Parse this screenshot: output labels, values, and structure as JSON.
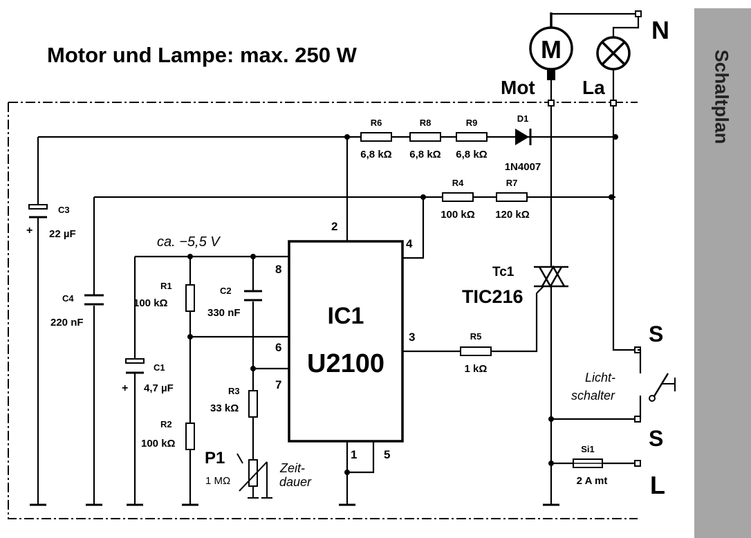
{
  "title": "Motor und Lampe:  max.  250 W",
  "side_tab": {
    "label": "Schaltplan",
    "color": "#a6a6a6"
  },
  "terminals": {
    "neutral": "N",
    "switch_top": "S",
    "switch_bottom": "S",
    "line": "L"
  },
  "loads": {
    "motor_symbol": "M",
    "motor_label": "Mot",
    "lamp_label": "La"
  },
  "supply_note": "ca.  −5,5 V",
  "ic": {
    "name": "IC1",
    "part": "U2100",
    "pins": {
      "p1": "1",
      "p2": "2",
      "p3": "3",
      "p4": "4",
      "p5": "5",
      "p6": "6",
      "p7": "7",
      "p8": "8"
    }
  },
  "components": {
    "r6": {
      "name": "R6",
      "value": "6,8 kΩ"
    },
    "r8": {
      "name": "R8",
      "value": "6,8 kΩ"
    },
    "r9": {
      "name": "R9",
      "value": "6,8 kΩ"
    },
    "d1": {
      "name": "D1",
      "value": "1N4007"
    },
    "r4": {
      "name": "R4",
      "value": "100 kΩ"
    },
    "r7": {
      "name": "R7",
      "value": "120 kΩ"
    },
    "c3": {
      "name": "C3",
      "value": "22 µF",
      "polarity": "+"
    },
    "c4": {
      "name": "C4",
      "value": "220 nF"
    },
    "c1": {
      "name": "C1",
      "value": "4,7 µF",
      "polarity": "+"
    },
    "r1": {
      "name": "R1",
      "value": "100 kΩ"
    },
    "r2": {
      "name": "R2",
      "value": "100 kΩ"
    },
    "c2": {
      "name": "C2",
      "value": "330 nF"
    },
    "r3": {
      "name": "R3",
      "value": "33 kΩ"
    },
    "p1": {
      "name": "P1",
      "value": "1 MΩ",
      "note_line1": "Zeit-",
      "note_line2": "dauer"
    },
    "r5": {
      "name": "R5",
      "value": "1 kΩ"
    },
    "tc1": {
      "name": "Tc1",
      "value": "TIC216"
    },
    "si1": {
      "name": "Si1",
      "value": "2 A  mt"
    },
    "switch": {
      "line1": "Licht-",
      "line2": "schalter"
    }
  }
}
